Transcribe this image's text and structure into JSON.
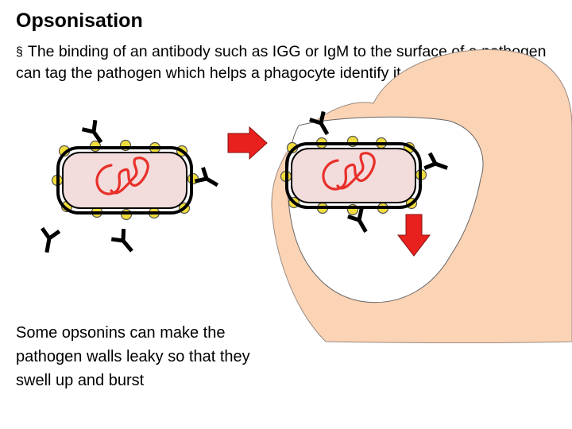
{
  "slide": {
    "title": "Opsonisation",
    "bullet_symbol": "§",
    "bullet_text": "The binding of an antibody such as IGG or IgM to the surface of a pathogen can tag the pathogen which helps a phagocyte identify it and then engulf it",
    "note": "Some opsonins can make the pathogen walls leaky so that they swell up and burst"
  },
  "colors": {
    "phagocyte": "#fbd3b5",
    "cell_fill": "#f3dcdc",
    "opsonin": "#f0dc3c",
    "dna": "#e8302a",
    "arrow": "#e8201e",
    "antibody": "#000000"
  }
}
